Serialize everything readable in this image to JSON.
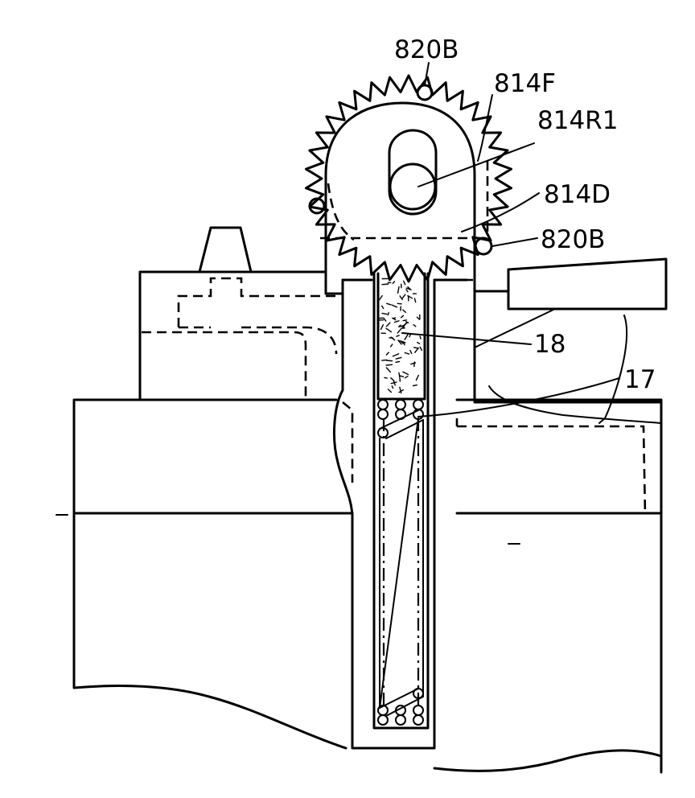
{
  "labels": {
    "l_820b_top": "820B",
    "l_814f": "814F",
    "l_814r1": "814R1",
    "l_814d": "814D",
    "l_820b_right": "820B",
    "l_18": "18",
    "l_17": "17"
  }
}
